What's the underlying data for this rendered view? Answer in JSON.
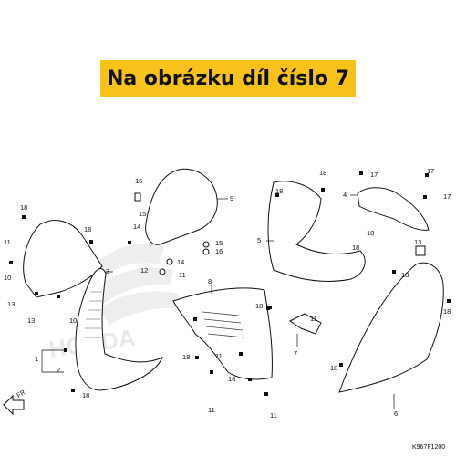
{
  "banner": {
    "text": "Na obrázku díl číslo 7",
    "color": "#f7c31a"
  },
  "watermark": {
    "text": "HONDA"
  },
  "fr_label": "FR.",
  "drawing_code": "K967F1200",
  "callouts": [
    "1",
    "2",
    "3",
    "4",
    "5",
    "6",
    "7",
    "8",
    "9",
    "10",
    "11",
    "12",
    "13",
    "14",
    "15",
    "16",
    "17",
    "18"
  ]
}
